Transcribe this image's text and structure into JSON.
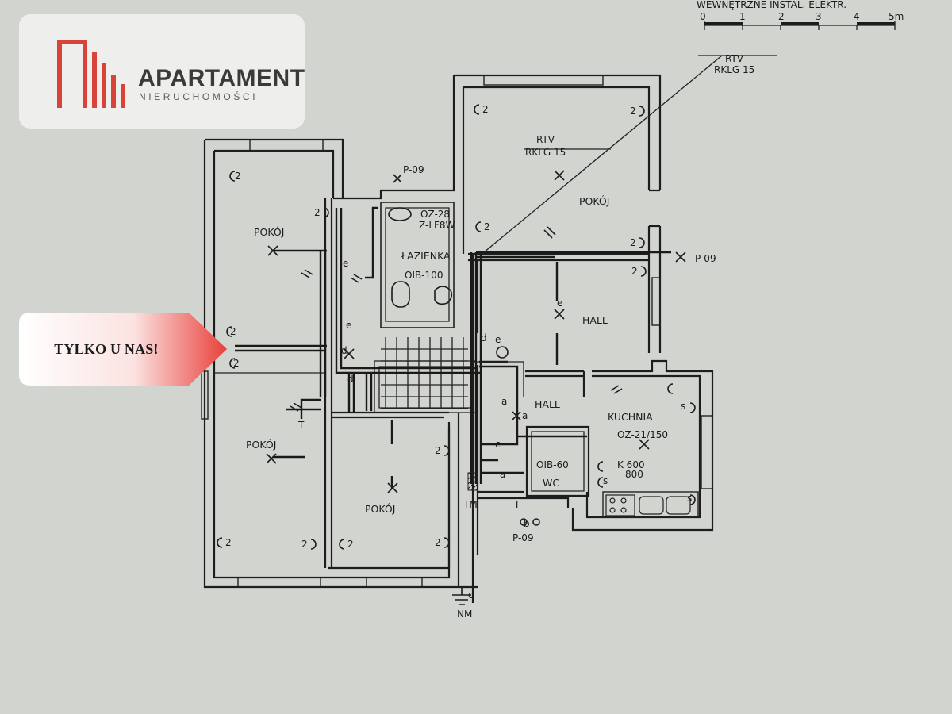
{
  "header": {
    "scale_title": "WEWNĘTRZNE INSTAL. ELEKTR.",
    "scale_ticks": [
      "0",
      "1",
      "2",
      "3",
      "4",
      "5m"
    ]
  },
  "logo": {
    "name": "APARTAMENT",
    "tagline": "NIERUCHOMOŚCI",
    "brand_color": "#d9443a"
  },
  "badge": {
    "text": "TYLKO U NAS!",
    "color": "#e8403a"
  },
  "rooms": {
    "pokoj_top_left": "POKÓJ",
    "pokoj_mid_left": "POKÓJ",
    "pokoj_bottom": "POKÓJ",
    "pokoj_top_right": "POKÓJ",
    "lazienka": "ŁAZIENKA",
    "hall_upper": "HALL",
    "hall_lower": "HALL",
    "kuchnia": "KUCHNIA",
    "wc": "WC"
  },
  "annotations": {
    "rtv_top": "RTV",
    "rkl_top": "RKLG 15",
    "rtv_room": "RTV",
    "rkl_room": "RKLG 15",
    "p09_top": "P-09",
    "p09_right": "P-09",
    "p09_bottom": "P-09",
    "oz_bath": "OZ-28",
    "z_bath": "Z-LF8W",
    "oib_bath": "OIB-100",
    "oz_kitchen": "OZ-21/150",
    "k600": "K 600",
    "k800": "800",
    "oib_wc": "OIB-60",
    "tm": "TM",
    "nm": "NM"
  },
  "symbol_letters": {
    "two": "2",
    "e": "e",
    "d": "d",
    "a": "a",
    "b": "b",
    "c": "c",
    "s": "s",
    "t": "T"
  }
}
